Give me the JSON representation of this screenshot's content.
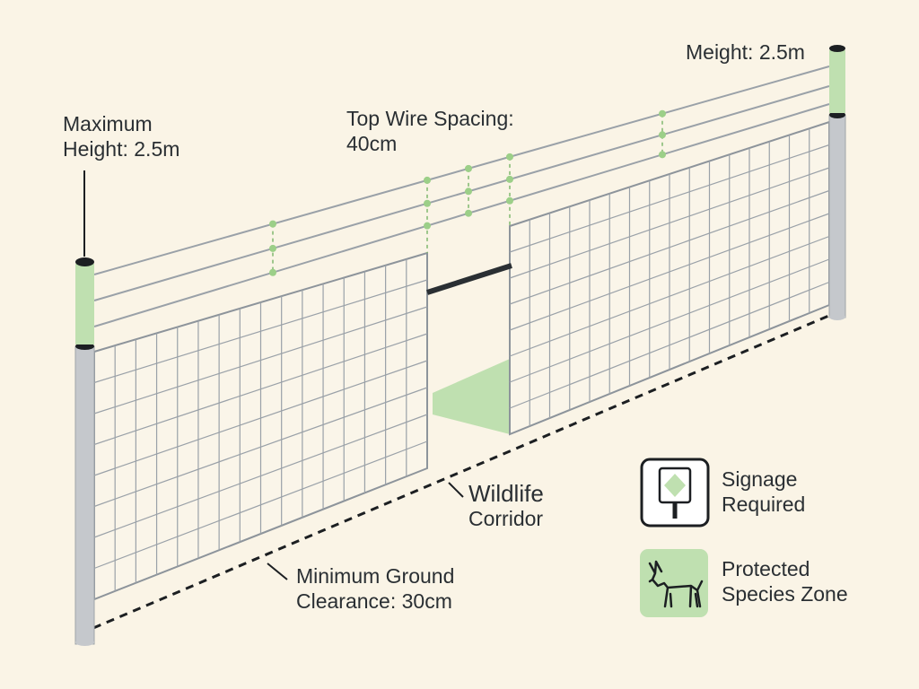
{
  "labels": {
    "left_height": [
      "Maximum",
      "Height: 2.5m"
    ],
    "right_height": "Meight: 2.5m",
    "top_wire": [
      "Top Wire Spacing:",
      "40cm"
    ],
    "corridor": [
      "Wildlife",
      "Corridor"
    ],
    "clearance": [
      "Minimum Ground",
      "Clearance: 30cm"
    ]
  },
  "legend": {
    "items": [
      {
        "icon": "signage-icon",
        "label": [
          "Signage",
          "Required"
        ]
      },
      {
        "icon": "dog-icon",
        "label": [
          "Protected",
          "Species Zone"
        ]
      }
    ]
  },
  "colors": {
    "background": "#faf4e6",
    "accent_green": "#bfe0b0",
    "dot_green": "#9ccf88",
    "post_gray": "#c5c8cc",
    "wire_gray": "#9aa1a8",
    "ink": "#1c1f22"
  }
}
